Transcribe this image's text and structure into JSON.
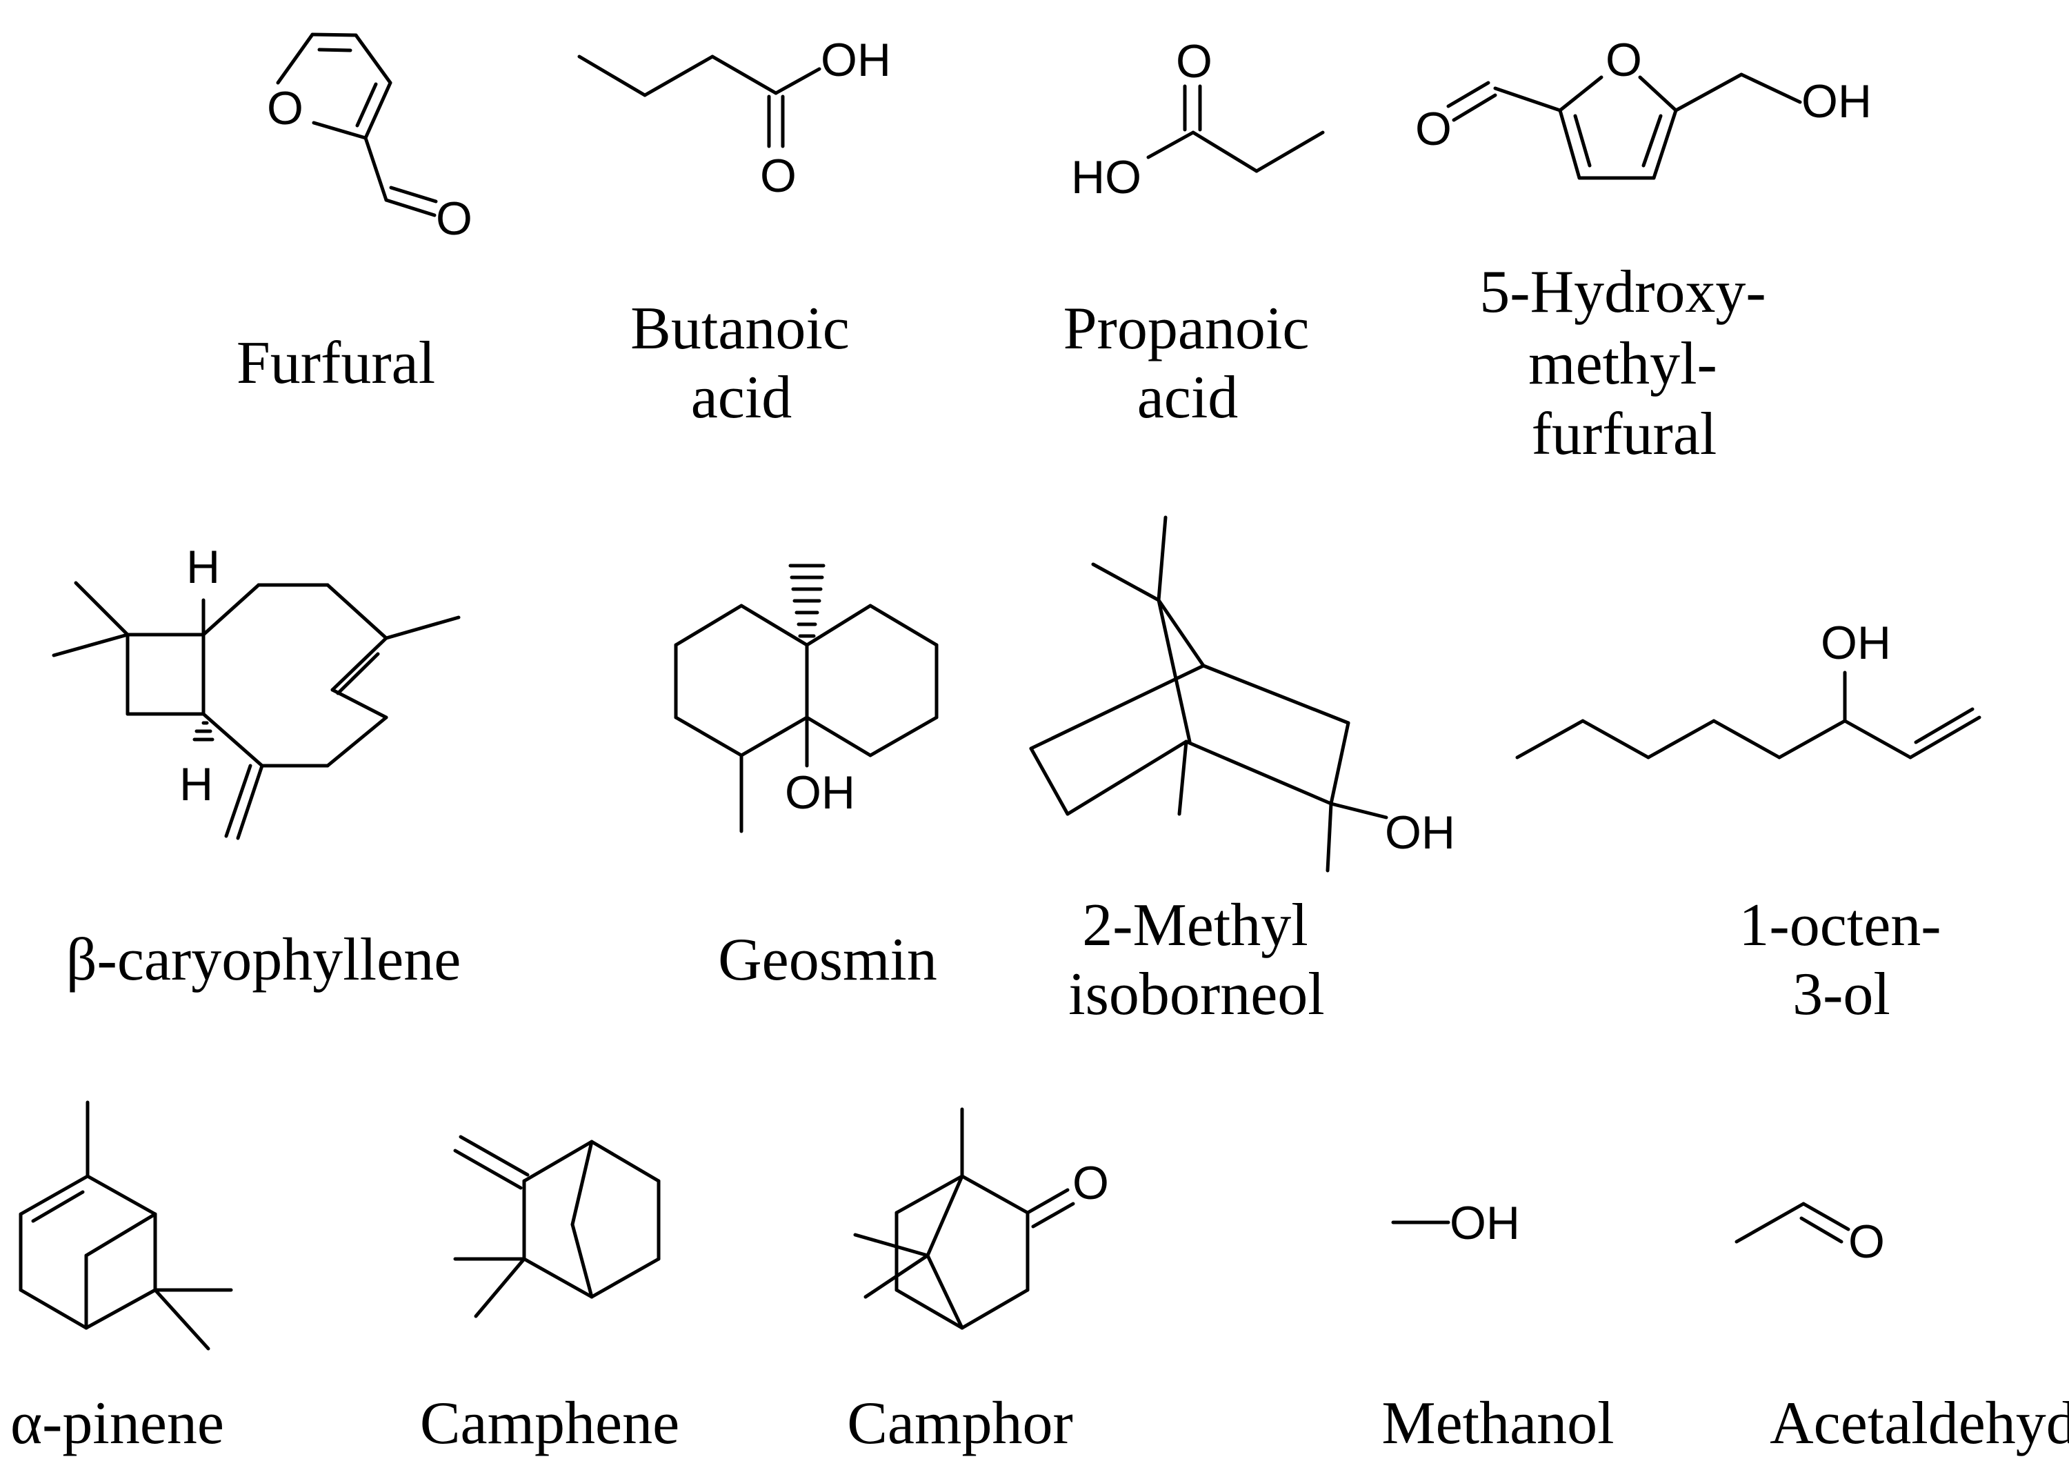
{
  "compounds": {
    "furfural": {
      "name": "Furfural",
      "atoms": [
        "O",
        "O"
      ]
    },
    "butanoic": {
      "name": [
        "Butanoic",
        "acid"
      ],
      "atoms": [
        "OH",
        "O"
      ]
    },
    "propanoic": {
      "name": [
        "Propanoic",
        "acid"
      ],
      "atoms": [
        "O",
        "HO"
      ]
    },
    "hmf": {
      "name": [
        "5-Hydroxy-",
        "methyl-",
        "furfural"
      ],
      "atoms": [
        "O",
        "O",
        "OH"
      ]
    },
    "caryophyllene": {
      "name": "β-caryophyllene",
      "atoms": [
        "H",
        "H"
      ]
    },
    "geosmin": {
      "name": "Geosmin",
      "atoms": [
        "OH"
      ]
    },
    "mib": {
      "name": [
        "2-Methyl",
        "isoborneol"
      ],
      "atoms": [
        "OH"
      ]
    },
    "octenol": {
      "name": [
        "1-octen-",
        "3-ol"
      ],
      "atoms": [
        "OH"
      ]
    },
    "pinene": {
      "name": "α-pinene"
    },
    "camphene": {
      "name": "Camphene"
    },
    "camphor": {
      "name": "Camphor",
      "atoms": [
        "O"
      ]
    },
    "methanol": {
      "name": "Methanol",
      "atoms": [
        "OH"
      ]
    },
    "acetaldehyde": {
      "name": "Acetaldehyde",
      "atoms": [
        "O"
      ]
    }
  }
}
